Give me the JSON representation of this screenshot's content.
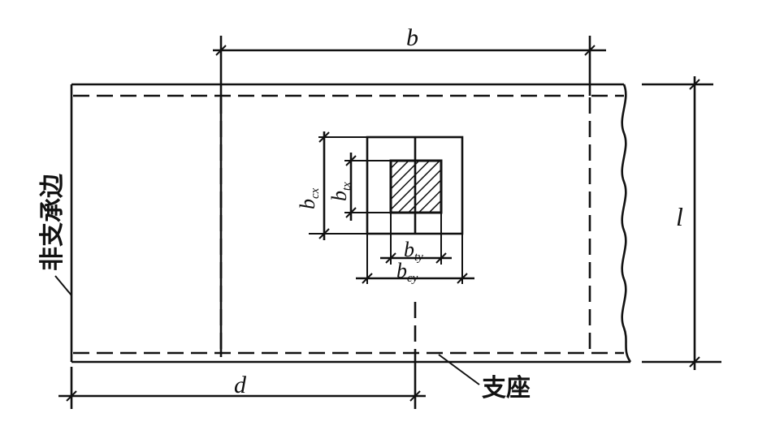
{
  "diagram": {
    "labels": {
      "b": "b",
      "l": "l",
      "d": "d",
      "b_cx_main": "b",
      "b_cx_sub": "cx",
      "b_tx_main": "b",
      "b_tx_sub": "tx",
      "b_ty_main": "b",
      "b_ty_sub": "ty",
      "b_cy_main": "b",
      "b_cy_sub": "cy",
      "non_support_edge": "非支承边",
      "support": "支座"
    }
  }
}
